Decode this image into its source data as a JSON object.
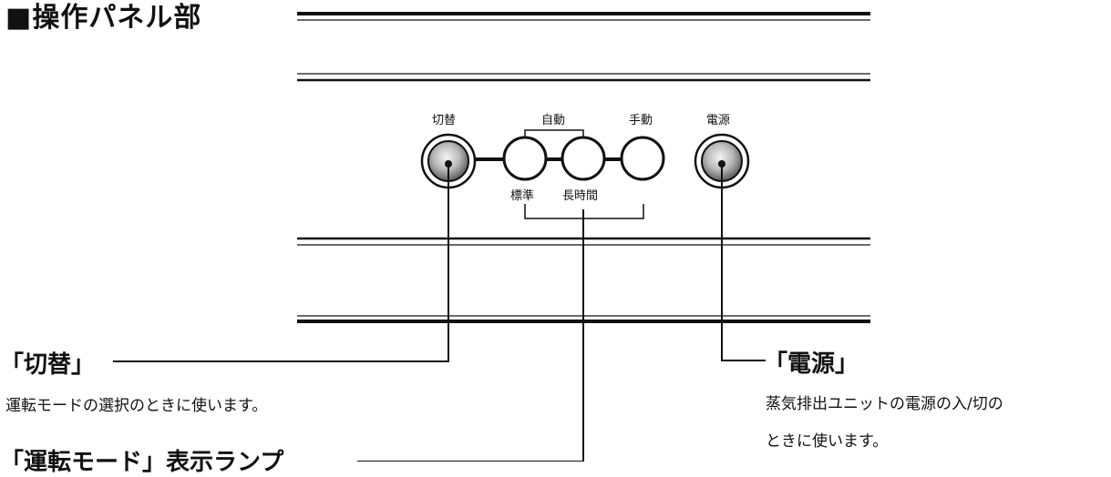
{
  "title": "■操作パネル部",
  "panel": {
    "labels": {
      "kirikae": "切替",
      "jidou": "自動",
      "shudou": "手動",
      "dengen": "電源",
      "hyoujun": "標準",
      "choujikan": "長時間"
    }
  },
  "callouts": {
    "kirikae": {
      "heading": "「切替」",
      "description": "運転モードの選択のときに使います。"
    },
    "dengen": {
      "heading": "「電源」",
      "description_line1": "蒸気排出ユニットの電源の入/切の",
      "description_line2": "ときに使います。"
    },
    "mode_lamp": {
      "heading": "「運転モード」表示ランプ"
    }
  },
  "colors": {
    "line": "#111111",
    "button_fill": "#ffffff",
    "knob_gradient_light": "#f4f4f4",
    "knob_gradient_dark": "#5a5a5a",
    "background": "#ffffff"
  }
}
